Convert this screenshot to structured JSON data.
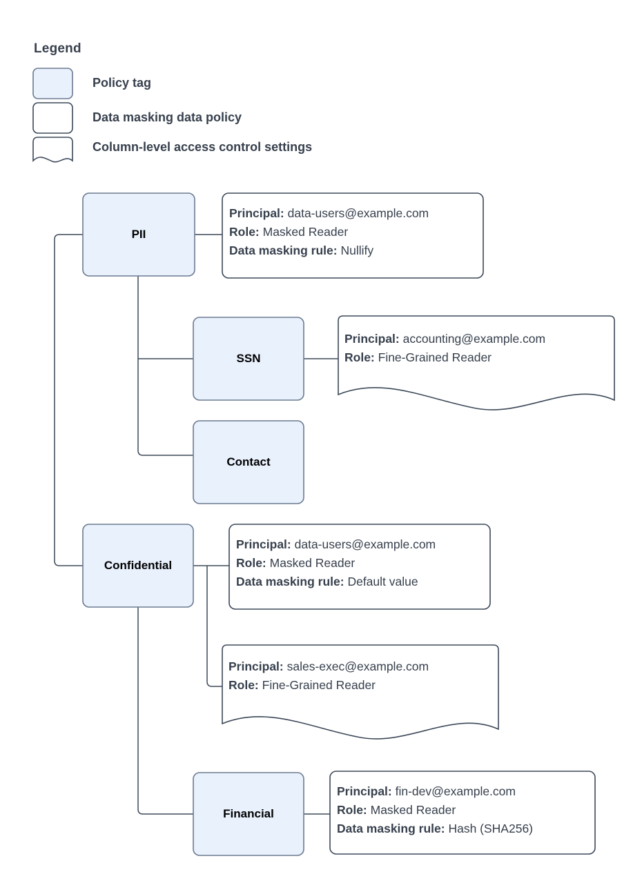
{
  "legend": {
    "title": "Legend",
    "items": [
      {
        "swatch": "policy-tag-swatch",
        "label": "Policy tag"
      },
      {
        "swatch": "data-masking-policy-swatch",
        "label": "Data masking data policy"
      },
      {
        "swatch": "column-level-access-swatch",
        "label": "Column-level access control settings"
      }
    ]
  },
  "colors": {
    "policy_tag_fill": "#e9f1fd",
    "policy_tag_stroke": "#6b7a90",
    "box_stroke": "#3c4858",
    "text": "#37404d",
    "background": "#ffffff"
  },
  "nodes": [
    {
      "id": "pii",
      "label": "PII"
    },
    {
      "id": "ssn",
      "label": "SSN"
    },
    {
      "id": "contact",
      "label": "Contact"
    },
    {
      "id": "confidential",
      "label": "Confidential"
    },
    {
      "id": "financial",
      "label": "Financial"
    }
  ],
  "policies": [
    {
      "id": "pii-masking-policy",
      "shape": "rounded-rect",
      "lines": [
        {
          "key": "Principal:",
          "value": "data-users@example.com"
        },
        {
          "key": "Role:",
          "value": "Masked Reader"
        },
        {
          "key": "Data masking rule:",
          "value": "Nullify"
        }
      ]
    },
    {
      "id": "ssn-access-settings",
      "shape": "wavy-bottom",
      "lines": [
        {
          "key": "Principal:",
          "value": "accounting@example.com"
        },
        {
          "key": "Role:",
          "value": "Fine-Grained Reader"
        }
      ]
    },
    {
      "id": "confidential-masking-policy",
      "shape": "rounded-rect",
      "lines": [
        {
          "key": "Principal:",
          "value": "data-users@example.com"
        },
        {
          "key": "Role:",
          "value": "Masked Reader"
        },
        {
          "key": "Data masking rule:",
          "value": "Default value"
        }
      ]
    },
    {
      "id": "confidential-access-settings",
      "shape": "wavy-bottom",
      "lines": [
        {
          "key": "Principal:",
          "value": "sales-exec@example.com"
        },
        {
          "key": "Role:",
          "value": "Fine-Grained Reader"
        }
      ]
    },
    {
      "id": "financial-masking-policy",
      "shape": "rounded-rect",
      "lines": [
        {
          "key": "Principal:",
          "value": "fin-dev@example.com"
        },
        {
          "key": "Role:",
          "value": "Masked Reader"
        },
        {
          "key": "Data masking rule:",
          "value": "Hash (SHA256)"
        }
      ]
    }
  ]
}
